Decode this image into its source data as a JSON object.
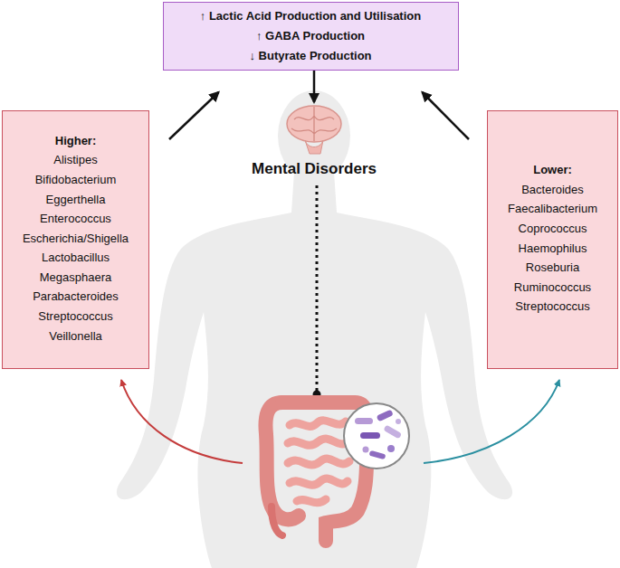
{
  "diagram": {
    "nodes": [
      {
        "text": [
          "↑ Lactic Acid Production and Utilisation",
          "↑ GABA Production",
          "↓ Butyrate Production"
        ]
      },
      {
        "text": [
          "Higher:",
          "Alistipes",
          "Bifidobacterium",
          "Eggerthella",
          "Enterococcus",
          "Escherichia/Shigella",
          "Lactobacillus",
          "Megasphaera",
          "Parabacteroides",
          "Streptococcus",
          "Veillonella"
        ]
      },
      {
        "text": [
          "Lower:",
          "Bacteroides",
          "Faecalibacterium",
          "Coprococcus",
          "Haemophilus",
          "Roseburia",
          "Ruminococcus",
          "Streptococcus"
        ]
      }
    ],
    "edges": [
      {
        "from": 1,
        "to": 0,
        "arrow": "to"
      },
      {
        "from": 2,
        "to": 0,
        "arrow": "to"
      }
    ],
    "labels": [
      "Mental Disorders"
    ]
  }
}
